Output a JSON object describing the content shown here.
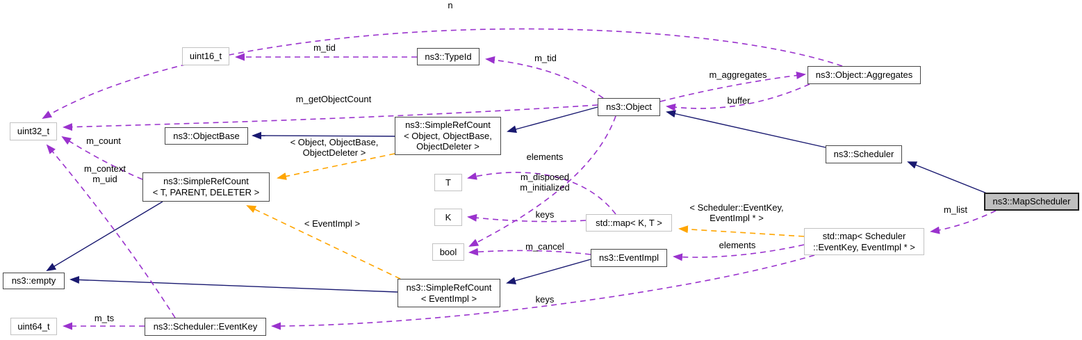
{
  "diagram": {
    "kind": "doxygen-collaboration-graph",
    "focus_class": "ns3::MapScheduler"
  },
  "colors": {
    "usage_edge": "#9a32cd",
    "template_edge": "#ffa500",
    "inheritance_edge": "#191970",
    "selected_node_fill": "#bfbfbf",
    "node_border": "#474747",
    "external_node_border": "#c2c2c2"
  },
  "nodes": [
    {
      "id": "uint32_t",
      "label": "uint32_t"
    },
    {
      "id": "uint16_t",
      "label": "uint16_t"
    },
    {
      "id": "typeid",
      "label": "ns3::TypeId"
    },
    {
      "id": "objectbase",
      "label": "ns3::ObjectBase"
    },
    {
      "id": "simplerefcount-template",
      "label": "ns3::SimpleRefCount\n< T, PARENT, DELETER >"
    },
    {
      "id": "simplerefcount-object",
      "label": "ns3::SimpleRefCount\n< Object, ObjectBase,\nObjectDeleter >"
    },
    {
      "id": "object",
      "label": "ns3::Object"
    },
    {
      "id": "aggregates",
      "label": "ns3::Object::Aggregates"
    },
    {
      "id": "scheduler",
      "label": "ns3::Scheduler"
    },
    {
      "id": "mapscheduler",
      "label": "ns3::MapScheduler"
    },
    {
      "id": "t",
      "label": "T"
    },
    {
      "id": "k",
      "label": "K"
    },
    {
      "id": "bool",
      "label": "bool"
    },
    {
      "id": "std-map-kt",
      "label": "std::map< K, T >"
    },
    {
      "id": "eventimpl",
      "label": "ns3::EventImpl"
    },
    {
      "id": "simplerefcount-eventimpl",
      "label": "ns3::SimpleRefCount\n< EventImpl >"
    },
    {
      "id": "std-map-eventkey",
      "label": "std::map< Scheduler\n::EventKey, EventImpl * >"
    },
    {
      "id": "empty",
      "label": "ns3::empty"
    },
    {
      "id": "uint64_t",
      "label": "uint64_t"
    },
    {
      "id": "eventkey",
      "label": "ns3::Scheduler::EventKey"
    }
  ],
  "edge_labels": [
    {
      "id": "n",
      "text": "n"
    },
    {
      "id": "m_tid-uint16",
      "text": "m_tid"
    },
    {
      "id": "m_tid-typeid",
      "text": "m_tid"
    },
    {
      "id": "m_aggregates",
      "text": "m_aggregates"
    },
    {
      "id": "buffer",
      "text": "buffer"
    },
    {
      "id": "m_getObjectCount",
      "text": "m_getObjectCount"
    },
    {
      "id": "m_count",
      "text": "m_count"
    },
    {
      "id": "m_context-m_uid",
      "text": "m_context\nm_uid"
    },
    {
      "id": "tpl-object-args",
      "text": "< Object, ObjectBase,\nObjectDeleter >"
    },
    {
      "id": "elements-t",
      "text": "elements"
    },
    {
      "id": "m_disposed-m_initialized",
      "text": "m_disposed\nm_initialized"
    },
    {
      "id": "keys-k",
      "text": "keys"
    },
    {
      "id": "m_cancel",
      "text": "m_cancel"
    },
    {
      "id": "tpl-eventimpl-args",
      "text": "< EventImpl >"
    },
    {
      "id": "tpl-eventkey-args",
      "text": "< Scheduler::EventKey,\nEventImpl * >"
    },
    {
      "id": "elements-eventimpl",
      "text": "elements"
    },
    {
      "id": "m_list",
      "text": "m_list"
    },
    {
      "id": "keys-eventkey",
      "text": "keys"
    },
    {
      "id": "m_ts",
      "text": "m_ts"
    }
  ]
}
